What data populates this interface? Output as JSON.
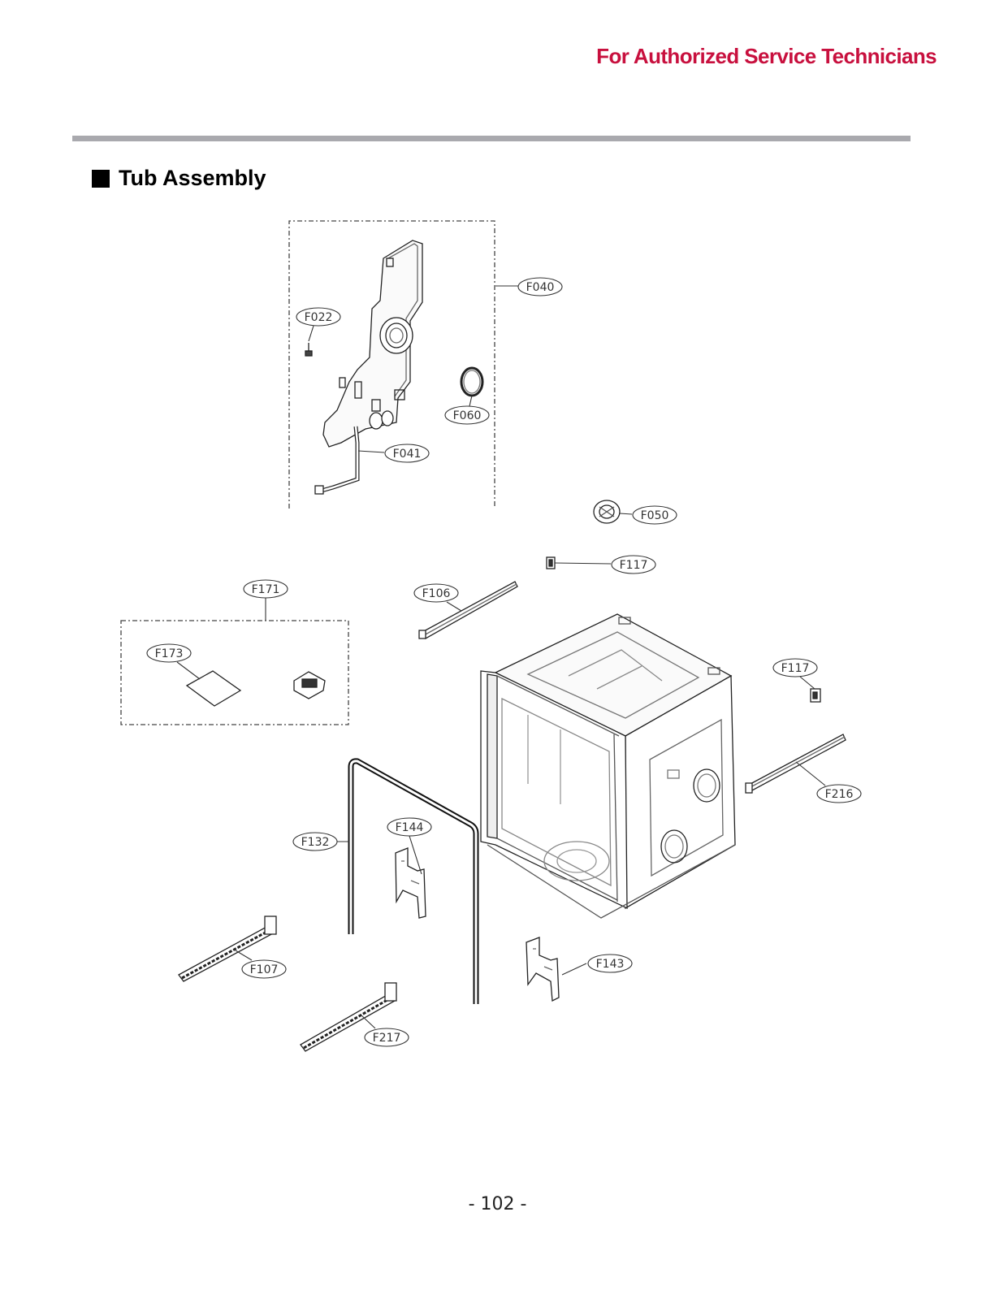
{
  "header": {
    "text": "For Authorized Service Technicians"
  },
  "section": {
    "title": "Tub Assembly"
  },
  "callouts": [
    {
      "id": "F040",
      "label": "F040"
    },
    {
      "id": "F022",
      "label": "F022"
    },
    {
      "id": "F060",
      "label": "F060"
    },
    {
      "id": "F041",
      "label": "F041"
    },
    {
      "id": "F050",
      "label": "F050"
    },
    {
      "id": "F117a",
      "label": "F117"
    },
    {
      "id": "F171",
      "label": "F171"
    },
    {
      "id": "F106",
      "label": "F106"
    },
    {
      "id": "F173",
      "label": "F173"
    },
    {
      "id": "F117b",
      "label": "F117"
    },
    {
      "id": "F216",
      "label": "F216"
    },
    {
      "id": "F144",
      "label": "F144"
    },
    {
      "id": "F132",
      "label": "F132"
    },
    {
      "id": "F107",
      "label": "F107"
    },
    {
      "id": "F143",
      "label": "F143"
    },
    {
      "id": "F217",
      "label": "F217"
    }
  ],
  "footer": {
    "page_number": "- 102 -"
  },
  "colors": {
    "header": "#c8103e",
    "rule": "#a9a9ae"
  }
}
